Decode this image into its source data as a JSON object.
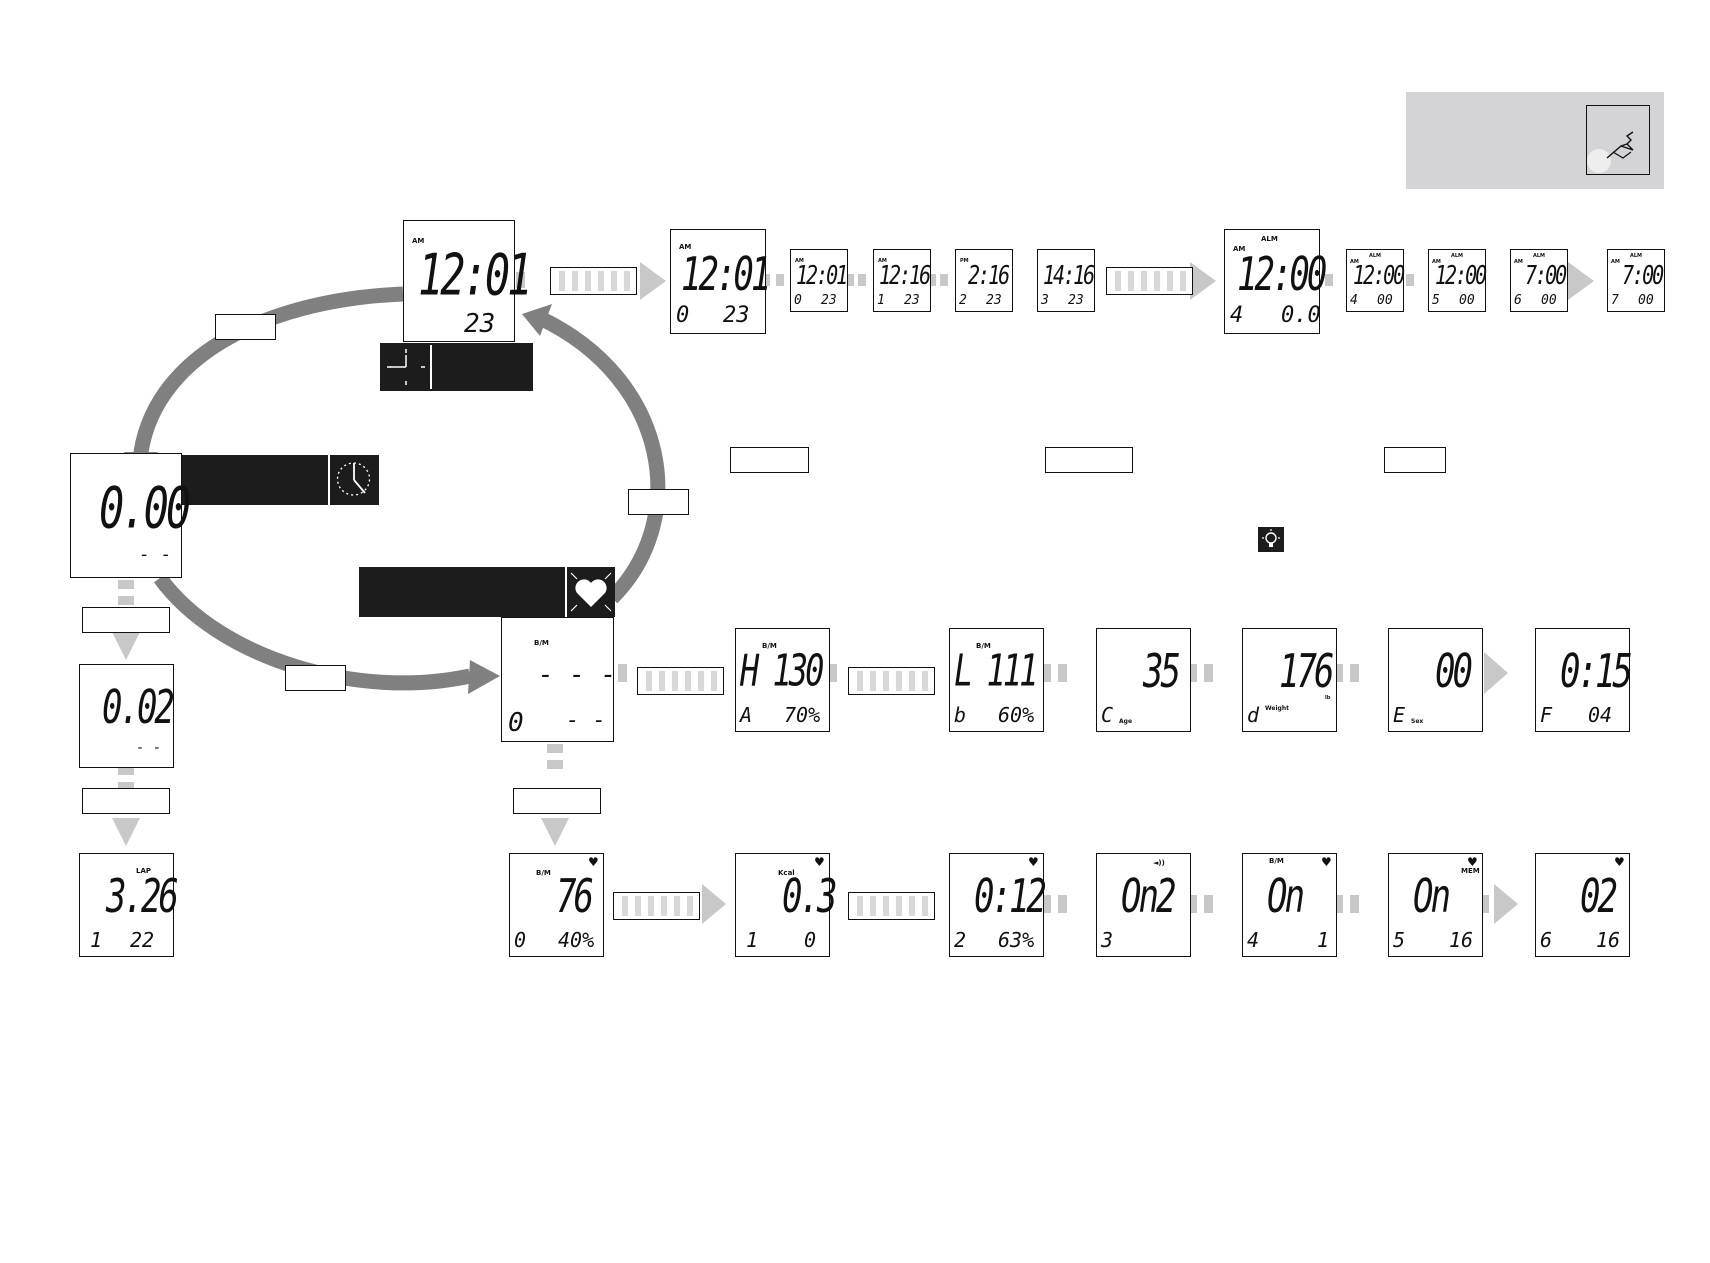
{
  "displays": {
    "clock_main": {
      "top_label": "AM",
      "main": "12:01",
      "sub": "23"
    },
    "set_time": {
      "top_label": "AM",
      "main": "12:01",
      "left": "0",
      "sub": "23"
    },
    "step_0": {
      "top_label": "AM",
      "main": "12:01",
      "left": "0",
      "sub": "23"
    },
    "step_1": {
      "top_label": "AM",
      "main": "12:16",
      "left": "1",
      "sub": "23"
    },
    "step_2": {
      "top_label": "PM",
      "main": "2:16",
      "left": "2",
      "sub": "23"
    },
    "step_3": {
      "top_label": "",
      "main": "14:16",
      "left": "3",
      "sub": "23"
    },
    "alarm_main": {
      "top_label": "AM",
      "top_center": "ALM",
      "main": "12:00",
      "left": "4",
      "sub": "0.0"
    },
    "alarm_4": {
      "top_label": "AM",
      "top_center": "ALM",
      "main": "12:00",
      "left": "4",
      "sub": "00"
    },
    "alarm_5": {
      "top_label": "AM",
      "top_center": "ALM",
      "main": "12:00",
      "left": "5",
      "sub": "00"
    },
    "alarm_6": {
      "top_label": "AM",
      "top_center": "ALM",
      "main": "7:00",
      "left": "6",
      "sub": "00"
    },
    "alarm_7": {
      "top_label": "AM",
      "top_center": "ALM",
      "main": "7:00",
      "left": "7",
      "sub": "00"
    },
    "stopwatch_main": {
      "main": "0.00",
      "sub": "- -"
    },
    "stopwatch_run": {
      "main": "0.02",
      "sub": "- -"
    },
    "stopwatch_lap": {
      "top_center": "LAP",
      "main": "3.26",
      "left": "1",
      "sub": "22"
    },
    "hr_main": {
      "top_label": "B/M",
      "main": "- - -",
      "left": "0",
      "sub": "- -"
    },
    "hr_high": {
      "top_label": "B/M",
      "main": "H 130",
      "left": "A",
      "sub": "70%"
    },
    "hr_low": {
      "top_label": "B/M",
      "main": "L 111",
      "left": "b",
      "sub": "60%"
    },
    "age": {
      "main": "35",
      "left": "C",
      "unit": "Age"
    },
    "weight": {
      "main": "176",
      "left": "d",
      "unit": "Weight",
      "unit2": "lb"
    },
    "sex": {
      "main": "00",
      "left": "E",
      "unit": "Sex"
    },
    "timer": {
      "main": "0:15",
      "left": "F",
      "sub": "04"
    },
    "hr_live": {
      "top_label": "B/M",
      "main": "76",
      "left": "0",
      "sub": "40%"
    },
    "kcal": {
      "top_label": "Kcal",
      "main": "0.3",
      "left": "1",
      "sub": "0"
    },
    "time_zone": {
      "main": "0:12",
      "left": "2",
      "sub": "63%"
    },
    "beep": {
      "top_label": "◄))",
      "main": "On2",
      "left": "3",
      "sub": ""
    },
    "bm_on": {
      "top_label": "B/M",
      "main": "On",
      "left": "4",
      "sub": "1"
    },
    "mem_on": {
      "top_label": "MEM",
      "main": "On",
      "left": "5",
      "sub": "16"
    },
    "record": {
      "main": "02",
      "left": "6",
      "sub": "16"
    }
  },
  "colors": {
    "arrow_gray": "#c8c8c8",
    "ring_gray": "#808080",
    "panel_gray": "#d4d4d6",
    "black": "#1c1c1c"
  },
  "icons": [
    "clock-face-icon",
    "stopwatch-icon",
    "heart-icon",
    "light-bulb-icon",
    "hand-pointer-icon"
  ]
}
